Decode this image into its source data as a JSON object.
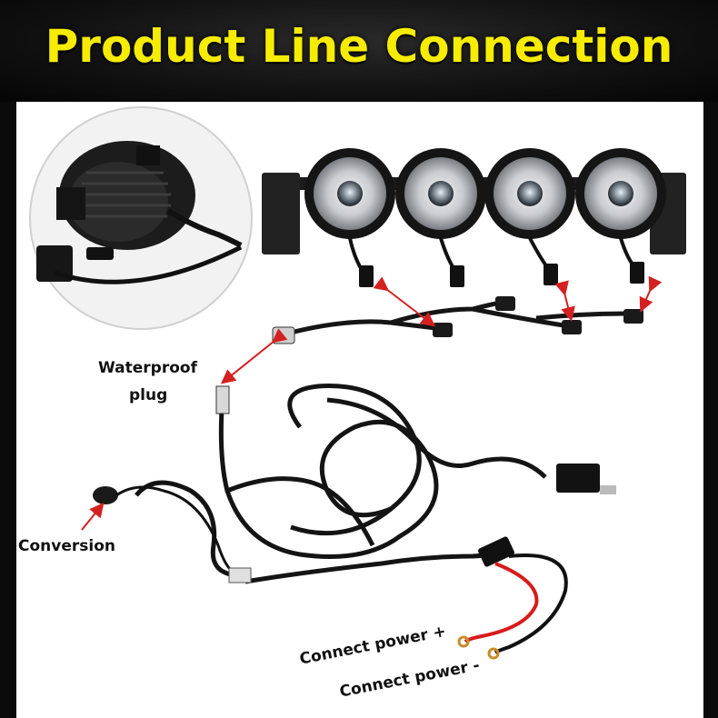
{
  "header": {
    "title": "Product Line Connection"
  },
  "labels": {
    "waterproof_line1": "Waterproof",
    "waterproof_line2": "plug",
    "conversion": "Conversion",
    "power_positive": "Connect power +",
    "power_negative": "Connect power -"
  },
  "colors": {
    "title": "#f6ec00",
    "arrow": "#d42020",
    "background": "#0a0a0a",
    "panel": "#ffffff"
  }
}
